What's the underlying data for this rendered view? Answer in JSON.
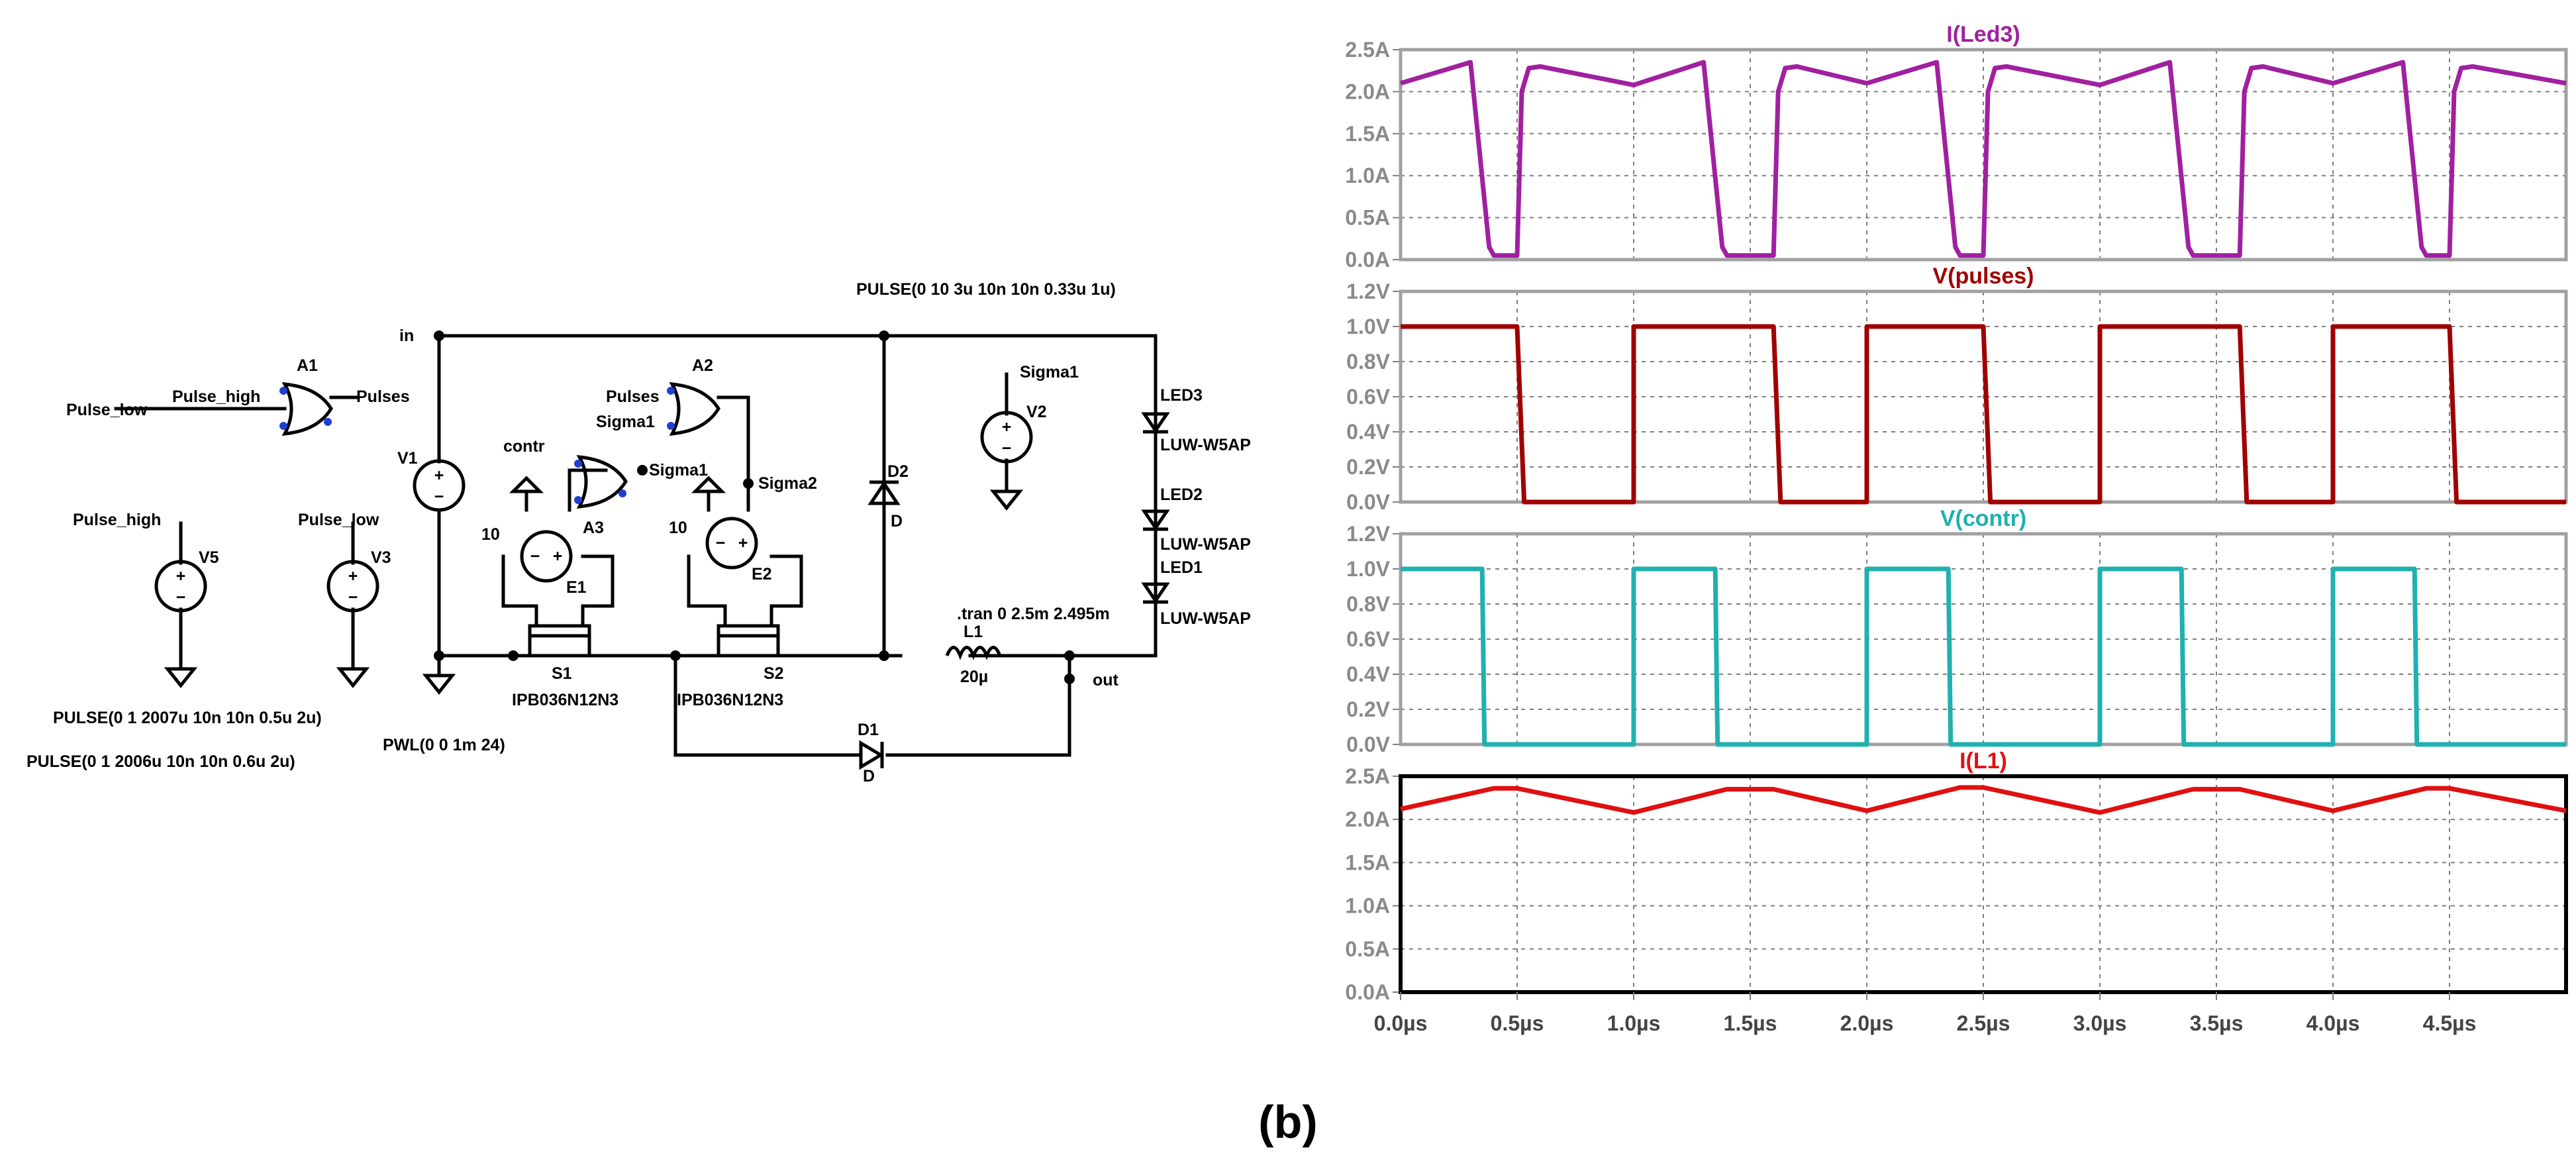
{
  "caption": "(b)",
  "colors": {
    "wire": "#000000",
    "pin": "#1f3fd0",
    "frame_grey": "#a0a0a0",
    "led3": "#a020a0",
    "pulses": "#a00000",
    "contr": "#20b0b0",
    "l1": "#e01010"
  },
  "schematic": {
    "labels": {
      "in": "in",
      "out": "out",
      "a1": "A1",
      "a2": "A2",
      "a3": "A3",
      "v1": "V1",
      "v2": "V2",
      "v3": "V3",
      "v5": "V5",
      "e1": "E1",
      "e2": "E2",
      "s1": "S1",
      "s2": "S2",
      "d1": "D1",
      "d1_model": "D",
      "d2": "D2",
      "d2_model": "D",
      "l1": "L1",
      "l1_value": "20µ",
      "led1": "LED1",
      "led2": "LED2",
      "led3": "LED3",
      "led_model": "LUW-W5AP",
      "mosfet_model": "IPB036N12N3",
      "e_gain": "10",
      "pulse_low": "Pulse_low",
      "pulse_high": "Pulse_high",
      "pulses": "Pulses",
      "sigma1": "Sigma1",
      "sigma2": "Sigma2",
      "contr": "contr",
      "v2_spec": "PULSE(0 10 3u 10n 10n 0.33u 1u)",
      "v5_spec": "PULSE(0 1 2007u 10n 10n 0.5u 2u)",
      "v3_spec": "PULSE(0 1 2006u 10n 10n 0.6u 2u)",
      "v1_spec": "PWL(0 0 1m 24)",
      "tran": ".tran 0 2.5m 2.495m"
    }
  },
  "chart_data": [
    {
      "type": "line",
      "title": "I(Led3)",
      "color": "#a020a0",
      "frame": "grey",
      "xlim": [
        0,
        5
      ],
      "ylim": [
        0,
        2.5
      ],
      "yticks": [
        "0.0A",
        "0.5A",
        "1.0A",
        "1.5A",
        "2.0A",
        "2.5A"
      ],
      "x": [
        0,
        0.3,
        0.38,
        0.4,
        0.48,
        0.5,
        0.52,
        0.55,
        0.6,
        1.0,
        1.3,
        1.38,
        1.4,
        1.6,
        1.62,
        1.65,
        1.7,
        2.0,
        2.3,
        2.38,
        2.4,
        2.48,
        2.5,
        2.52,
        2.55,
        2.6,
        3.0,
        3.3,
        3.38,
        3.4,
        3.6,
        3.62,
        3.65,
        3.7,
        4.0,
        4.3,
        4.38,
        4.4,
        4.48,
        4.5,
        4.52,
        4.55,
        4.6,
        5.0
      ],
      "y": [
        2.1,
        2.35,
        0.15,
        0.05,
        0.05,
        0.05,
        2.0,
        2.28,
        2.3,
        2.08,
        2.35,
        0.15,
        0.05,
        0.05,
        2.0,
        2.28,
        2.3,
        2.1,
        2.35,
        0.15,
        0.05,
        0.05,
        0.05,
        2.0,
        2.28,
        2.3,
        2.08,
        2.35,
        0.15,
        0.05,
        0.05,
        2.0,
        2.28,
        2.3,
        2.1,
        2.35,
        0.15,
        0.05,
        0.05,
        0.05,
        2.0,
        2.28,
        2.3,
        2.1
      ]
    },
    {
      "type": "line",
      "title": "V(pulses)",
      "color": "#a00000",
      "frame": "grey",
      "xlim": [
        0,
        5
      ],
      "ylim": [
        0,
        1.2
      ],
      "yticks": [
        "0.0V",
        "0.2V",
        "0.4V",
        "0.6V",
        "0.8V",
        "1.0V",
        "1.2V"
      ],
      "x": [
        0,
        0.5,
        0.53,
        1.0,
        1.0,
        1.6,
        1.63,
        2.0,
        2.0,
        2.5,
        2.53,
        3.0,
        3.0,
        3.6,
        3.63,
        4.0,
        4.0,
        4.5,
        4.53,
        5.0
      ],
      "y": [
        1,
        1,
        0,
        0,
        1,
        1,
        0,
        0,
        1,
        1,
        0,
        0,
        1,
        1,
        0,
        0,
        1,
        1,
        0,
        0
      ]
    },
    {
      "type": "line",
      "title": "V(contr)",
      "color": "#20b0b0",
      "frame": "grey",
      "xlim": [
        0,
        5
      ],
      "ylim": [
        0,
        1.2
      ],
      "yticks": [
        "0.0V",
        "0.2V",
        "0.4V",
        "0.6V",
        "0.8V",
        "1.0V",
        "1.2V"
      ],
      "x": [
        0,
        0.35,
        0.36,
        1.0,
        1.0,
        1.35,
        1.36,
        2.0,
        2.0,
        2.35,
        2.36,
        3.0,
        3.0,
        3.35,
        3.36,
        4.0,
        4.0,
        4.35,
        4.36,
        5.0
      ],
      "y": [
        1,
        1,
        0,
        0,
        1,
        1,
        0,
        0,
        1,
        1,
        0,
        0,
        1,
        1,
        0,
        0,
        1,
        1,
        0,
        0
      ]
    },
    {
      "type": "line",
      "title": "I(L1)",
      "color": "#e01010",
      "frame": "black",
      "xlim": [
        0,
        5
      ],
      "ylim": [
        0,
        2.5
      ],
      "yticks": [
        "0.0A",
        "0.5A",
        "1.0A",
        "1.5A",
        "2.0A",
        "2.5A"
      ],
      "xticks": [
        "0.0µs",
        "0.5µs",
        "1.0µs",
        "1.5µs",
        "2.0µs",
        "2.5µs",
        "3.0µs",
        "3.5µs",
        "4.0µs",
        "4.5µs"
      ],
      "x": [
        0,
        0.4,
        0.5,
        1.0,
        1.4,
        1.6,
        2.0,
        2.4,
        2.5,
        3.0,
        3.4,
        3.6,
        4.0,
        4.4,
        4.5,
        5.0
      ],
      "y": [
        2.12,
        2.36,
        2.36,
        2.08,
        2.35,
        2.35,
        2.1,
        2.37,
        2.37,
        2.08,
        2.35,
        2.35,
        2.1,
        2.36,
        2.36,
        2.1
      ]
    }
  ]
}
